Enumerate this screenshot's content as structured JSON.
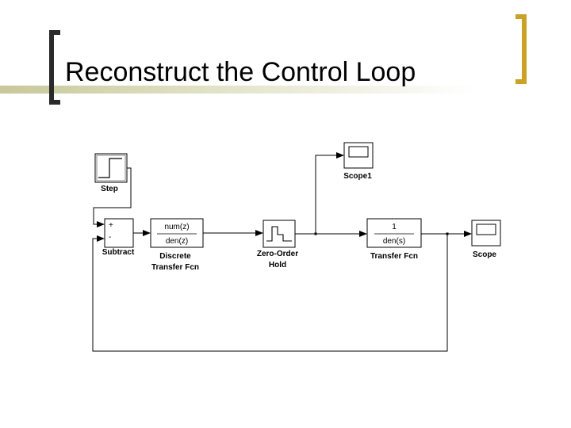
{
  "slide": {
    "title": "Reconstruct the Control Loop"
  },
  "diagram": {
    "blocks": {
      "step": {
        "label": "Step"
      },
      "subtract": {
        "label": "Subtract",
        "plus": "+",
        "minus": "-"
      },
      "discrete_tf": {
        "num": "num(z)",
        "den": "den(z)",
        "label_line1": "Discrete",
        "label_line2": "Transfer Fcn"
      },
      "zoh": {
        "label_line1": "Zero-Order",
        "label_line2": "Hold"
      },
      "tf": {
        "num": "1",
        "den": "den(s)",
        "label": "Transfer Fcn"
      },
      "scope1": {
        "label": "Scope1"
      },
      "scope": {
        "label": "Scope"
      }
    }
  }
}
